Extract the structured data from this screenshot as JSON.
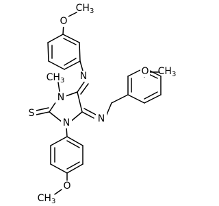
{
  "structure": {
    "atoms": {
      "o_top": "O",
      "ch3_top_c": "CH",
      "ch3_top_sub": "3",
      "n_imine_top": "N",
      "n_ring_1": "N",
      "ch3_ring": "CH",
      "ch3_ring_sub": "3",
      "o_right": "O",
      "ch3_right": "CH",
      "ch3_right_sub": "3",
      "s_thione": "S",
      "n_imine_right": "N",
      "n_ring_3": "N",
      "o_bottom": "O",
      "ch3_bottom_c": "CH",
      "ch3_bottom_sub": "3"
    }
  }
}
